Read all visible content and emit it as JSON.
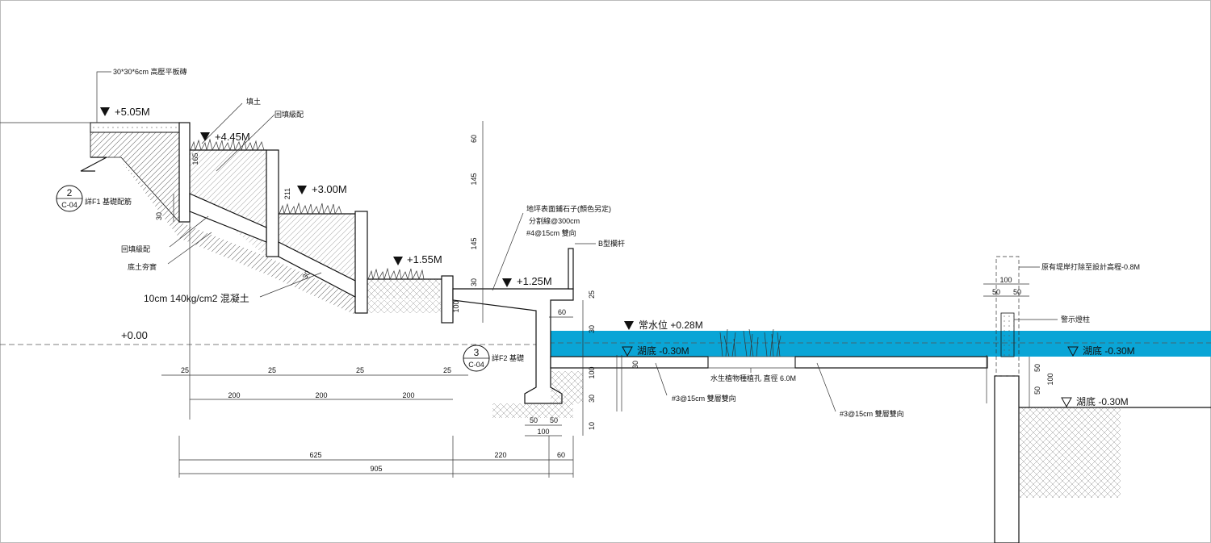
{
  "colors": {
    "water": "#0aa5d6",
    "line": "#111111",
    "background": "#ffffff"
  },
  "labels": {
    "paving": "30*30*6cm 高壓平板磚",
    "fill_soil": "填土",
    "backfill_top": "回填級配",
    "detail2_num": "2",
    "detail2_sheet": "C-04",
    "detail2_text": "詳F1 基礎配筋",
    "backfill_left": "回填級配",
    "subgrade": "底土夯實",
    "concrete": "10cm  140kg/cm2 混凝土",
    "surface_l1": "地坪表面鋪石子(顏色另定)",
    "surface_l2": "分割線@300cm",
    "surface_l3": "#4@15cm 雙向",
    "railing": "B型欄杆",
    "demolish": "原有堤岸打除至設計高程-0.8M",
    "warning_post": "警示燈柱",
    "detail3_num": "3",
    "detail3_sheet": "C-04",
    "detail3_text": "詳F2 基礎",
    "plant_hole": "水生植物種植孔  直徑 6.0M",
    "rebar_1": "#3@15cm 雙層雙向",
    "rebar_2": "#3@15cm 雙層雙向"
  },
  "elevations": {
    "e505": "+5.05M",
    "e445": "+4.45M",
    "e300": "+3.00M",
    "e155": "+1.55M",
    "e125": "+1.25M",
    "e000": "+0.00",
    "normal_water": "常水位  +0.28M",
    "lakebed_1": "湖底  -0.30M",
    "lakebed_2": "湖底  -0.30M",
    "lakebed_3": "湖底  -0.30M"
  },
  "dims": {
    "d60a": "60",
    "d145a": "145",
    "d145b": "145",
    "d30a": "30",
    "d25a": "25",
    "d165": "165",
    "d211": "211",
    "d30b": "30",
    "d30c": "30",
    "d100a": "100",
    "d60b": "60",
    "d25b": "25",
    "d25c": "25",
    "d25d": "25",
    "d25e": "25",
    "d200a": "200",
    "d200b": "200",
    "d200c": "200",
    "d30d": "30",
    "d100b": "100",
    "d30e": "30",
    "d10": "10",
    "d30f": "30",
    "d50a": "50",
    "d50b": "50",
    "d100c": "100",
    "d625": "625",
    "d220": "220",
    "d60c": "60",
    "d905": "905",
    "d100d": "100",
    "d50c": "50",
    "d50d": "50",
    "d50e": "50",
    "d50f": "50",
    "d100e": "100"
  }
}
